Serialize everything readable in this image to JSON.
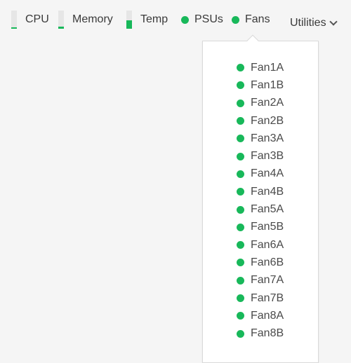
{
  "topbar": {
    "cpu": {
      "label": "CPU",
      "level": 0.08
    },
    "memory": {
      "label": "Memory",
      "level": 0.12
    },
    "temp": {
      "label": "Temp",
      "level": 0.45
    },
    "psus": {
      "label": "PSUs",
      "status": "ok"
    },
    "fans": {
      "label": "Fans",
      "status": "ok"
    },
    "utilities": {
      "label": "Utilities",
      "icon": "chevron-down-icon"
    }
  },
  "colors": {
    "ok": "#18b85a",
    "meter_track": "#e6e6e6"
  },
  "fans_menu": {
    "items": [
      {
        "label": "Fan1A",
        "status": "ok"
      },
      {
        "label": "Fan1B",
        "status": "ok"
      },
      {
        "label": "Fan2A",
        "status": "ok"
      },
      {
        "label": "Fan2B",
        "status": "ok"
      },
      {
        "label": "Fan3A",
        "status": "ok"
      },
      {
        "label": "Fan3B",
        "status": "ok"
      },
      {
        "label": "Fan4A",
        "status": "ok"
      },
      {
        "label": "Fan4B",
        "status": "ok"
      },
      {
        "label": "Fan5A",
        "status": "ok"
      },
      {
        "label": "Fan5B",
        "status": "ok"
      },
      {
        "label": "Fan6A",
        "status": "ok"
      },
      {
        "label": "Fan6B",
        "status": "ok"
      },
      {
        "label": "Fan7A",
        "status": "ok"
      },
      {
        "label": "Fan7B",
        "status": "ok"
      },
      {
        "label": "Fan8A",
        "status": "ok"
      },
      {
        "label": "Fan8B",
        "status": "ok"
      }
    ]
  }
}
